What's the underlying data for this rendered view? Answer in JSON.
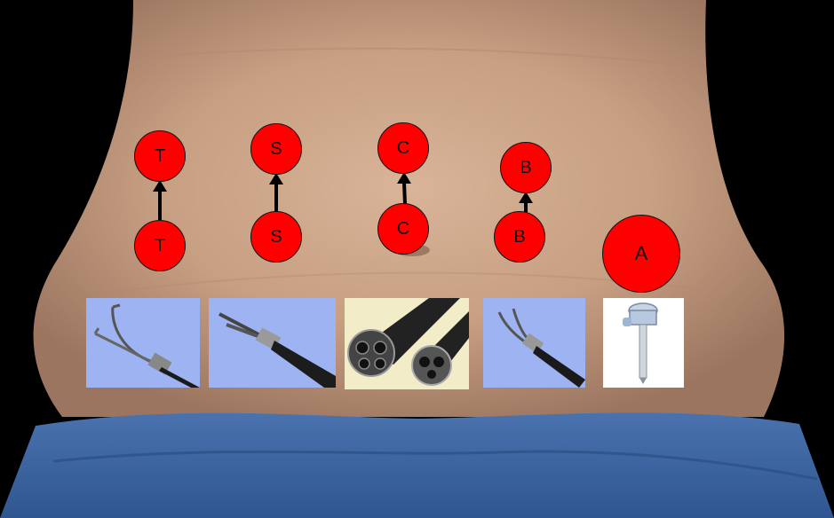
{
  "ports": {
    "t_upper": "T",
    "t_lower": "T",
    "s_upper": "S",
    "s_lower": "S",
    "c_upper": "C",
    "c_lower": "C",
    "b_upper": "B",
    "b_lower": "B",
    "a": "A"
  },
  "colors": {
    "port_fill": "#ff0000",
    "panel_blue": "#9eb4f2",
    "panel_cream": "#f3ecc8",
    "skin": "#c9a285",
    "scrubs": "#3d66a3",
    "background": "#000000"
  },
  "icons": {
    "panel_1": "grasper-instrument-icon",
    "panel_2": "scissors-instrument-icon",
    "panel_3": "endoscope-tips-icon",
    "panel_4": "bipolar-grasper-icon",
    "panel_5": "trocar-icon"
  }
}
